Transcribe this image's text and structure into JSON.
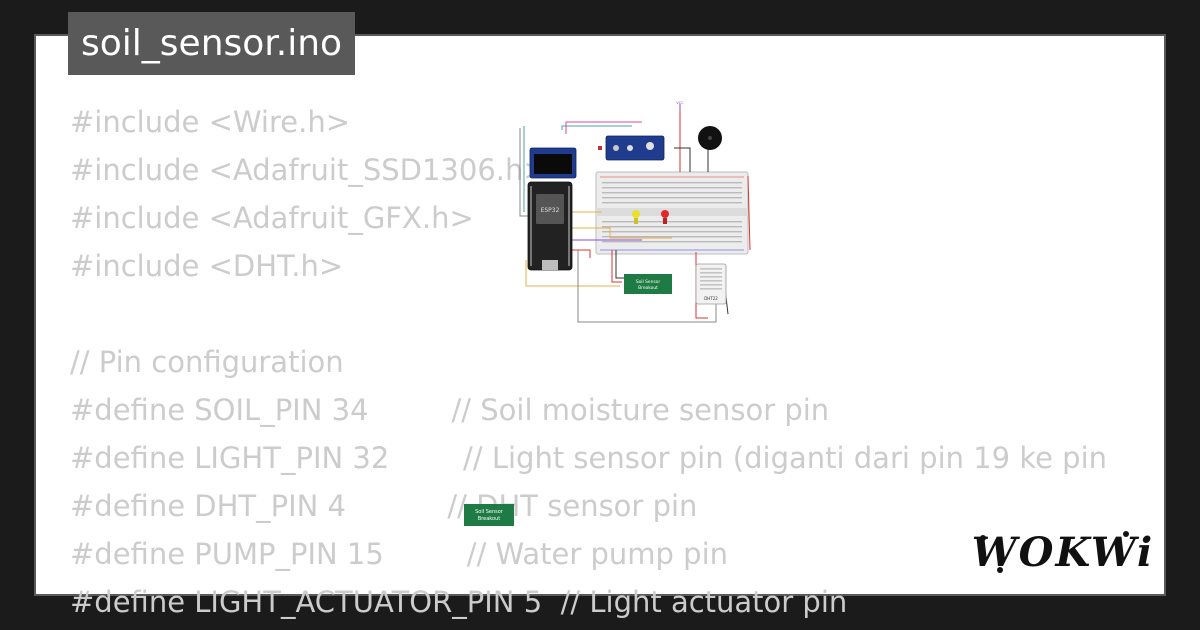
{
  "title": "soil_sensor.ino",
  "code_lines": [
    "#include <Wire.h>",
    "#include <Adafruit_SSD1306.h>",
    "#include <Adafruit_GFX.h>",
    "#include <DHT.h>",
    "",
    "// Pin configuration",
    "#define SOIL_PIN 34         // Soil moisture sensor pin",
    "#define LIGHT_PIN 32        // Light sensor pin (diganti dari pin 19 ke pin",
    "#define DHT_PIN 4           // DHT sensor pin",
    "#define PUMP_PIN 15         // Water pump pin",
    "#define LIGHT_ACTUATOR_PIN 5  // Light actuator pin"
  ],
  "diagram": {
    "vcc_label": "VCC",
    "esp32_label": "ESP32",
    "soil_breakout_label_1": "Soil Sensor",
    "soil_breakout_label_2": "Breakout",
    "dht_label": "DHT22"
  },
  "logo_text": "WOKWi",
  "colors": {
    "page_background": "#1b1b1b",
    "card_background": "#ffffff",
    "code_text": "#cccccc",
    "title_background": "#595959",
    "title_text": "#ffffff",
    "soil_breakout": "#1e7b43",
    "led_yellow": "#e8e02a",
    "led_red": "#e02a2a",
    "logo": "#111111"
  },
  "icons": [
    "buzzer-icon",
    "oled-display-icon",
    "esp32-board-icon",
    "breadboard-icon",
    "light-sensor-module-icon",
    "dht22-sensor-icon",
    "led-icon",
    "wokwi-logo"
  ]
}
